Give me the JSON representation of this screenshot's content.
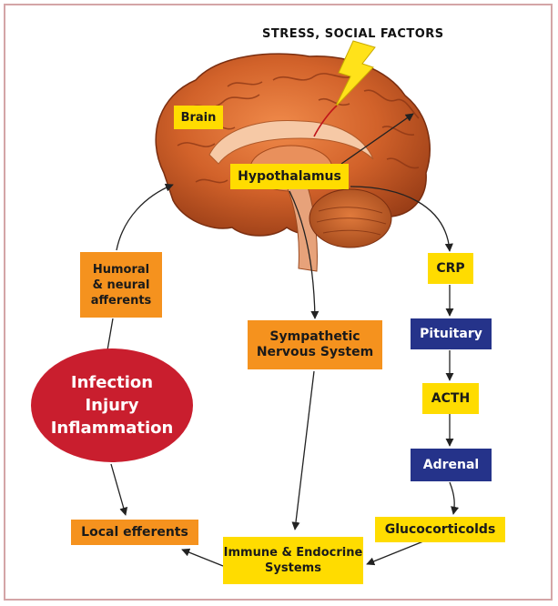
{
  "stress_label": "STRESS, SOCIAL FACTORS",
  "brain": "Brain",
  "hypothalamus": "Hypothalamus",
  "humoral": [
    "Humoral",
    "& neural",
    "afferents"
  ],
  "oval": [
    "Infection",
    "Injury",
    "Inflammation"
  ],
  "sympathetic": [
    "Sympathetic",
    "Nervous System"
  ],
  "crp": "CRP",
  "pituitary": "Pituitary",
  "acth": "ACTH",
  "adrenal": "Adrenal",
  "glucocorticoids": "Glucocorticolds",
  "local_efferents": "Local efferents",
  "immune": [
    "Immune & Endocrine",
    "Systems"
  ],
  "colors": {
    "yellow": "#ffdc00",
    "orange": "#f5921e",
    "navy": "#25338a",
    "red": "#c91e2e",
    "border": "#d4a5a7"
  }
}
